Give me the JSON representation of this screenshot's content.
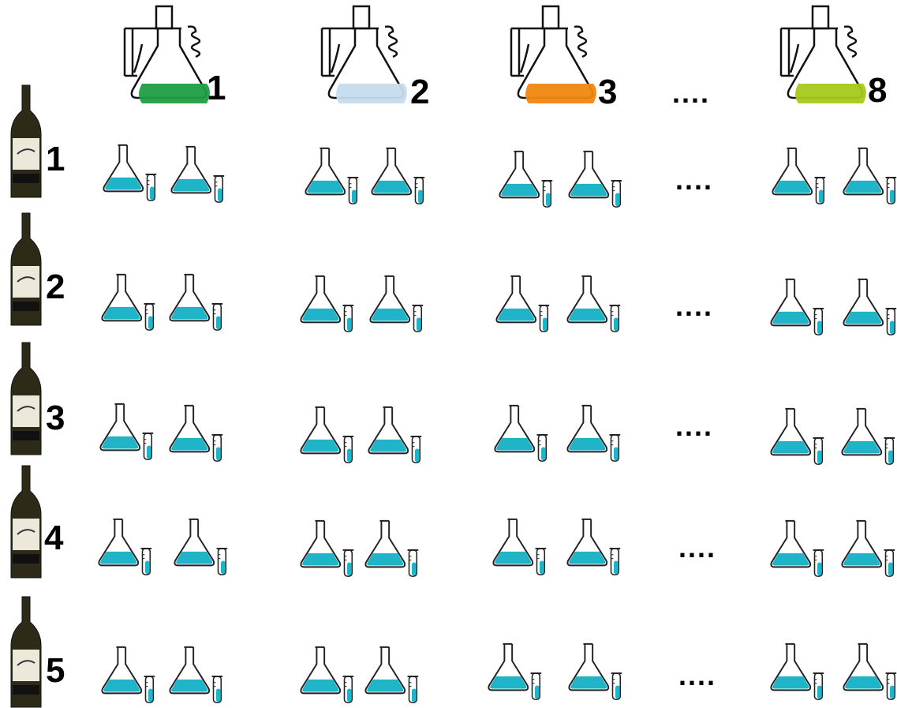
{
  "header": {
    "strains": [
      {
        "label": "1",
        "color": "#1e9e45"
      },
      {
        "label": "2",
        "color": "#c5dcee"
      },
      {
        "label": "3",
        "color": "#f0880f"
      },
      {
        "label": "8",
        "color": "#a6c81a"
      }
    ],
    "ellipsis": "...."
  },
  "wines": [
    {
      "label": "1",
      "ellipsis": "...."
    },
    {
      "label": "2",
      "ellipsis": "...."
    },
    {
      "label": "3",
      "ellipsis": "...."
    },
    {
      "label": "4",
      "ellipsis": "...."
    },
    {
      "label": "5",
      "ellipsis": "...."
    }
  ],
  "replicate_color": "#1fb4c8",
  "icons": {
    "fermenter": "fermenter-flask-icon",
    "small_flask": "small-flask-icon",
    "test_tube": "test-tube-icon",
    "bottle": "wine-bottle-icon"
  }
}
